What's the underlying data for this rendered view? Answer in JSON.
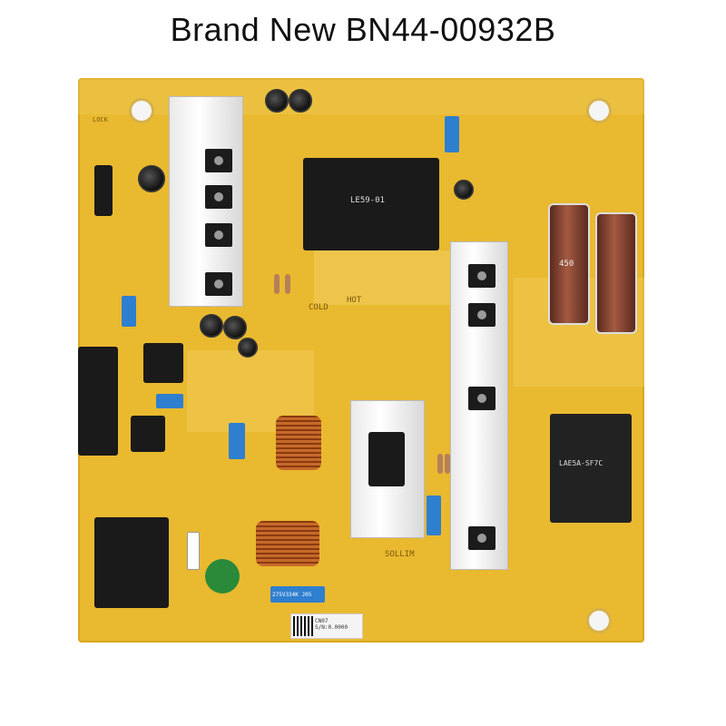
{
  "title": "Brand New BN44-00932B",
  "board": {
    "labels": {
      "lock": "LOCK",
      "hot": "HOT",
      "cold": "COLD",
      "sollim": "SOLLIM"
    },
    "transformer_main": "LE59-01",
    "transformer_side": "LAE5A-SF7C",
    "cap_rating": "450",
    "cap_small": "275V334K J05",
    "sticker": "CN07\nS/N:0.0000",
    "colors": {
      "board": "#e9b92f",
      "silk": "#f7e9b5"
    }
  }
}
